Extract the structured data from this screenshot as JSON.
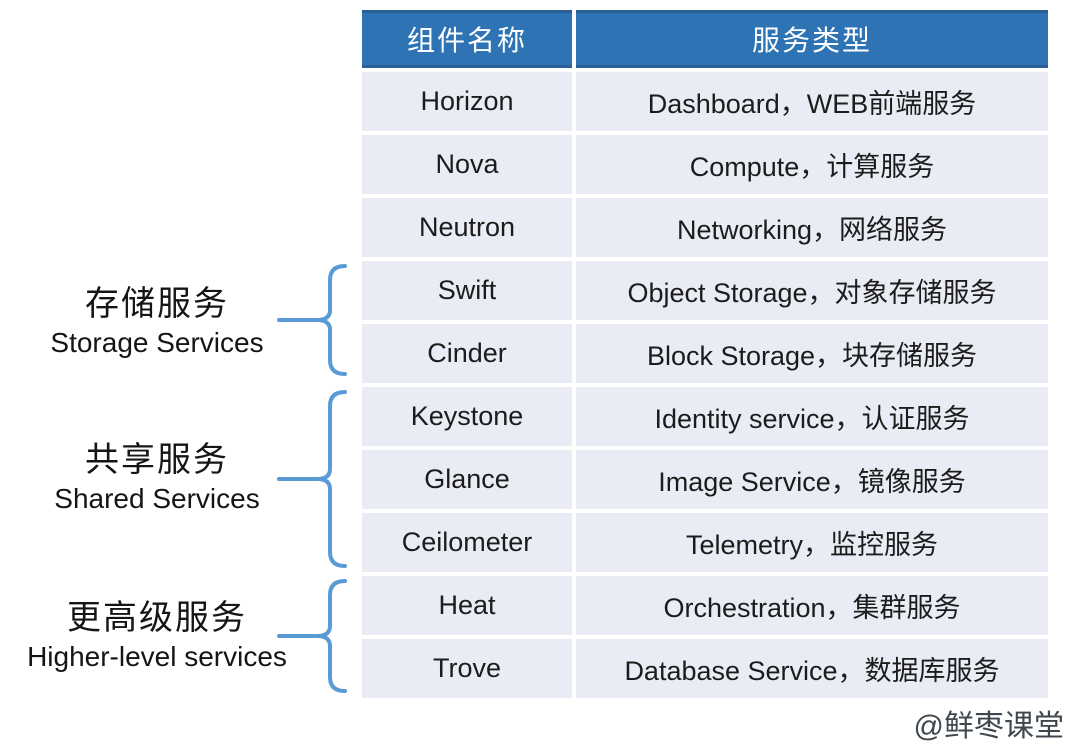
{
  "table": {
    "headers": {
      "component": "组件名称",
      "service": "服务类型"
    },
    "rows": [
      {
        "name": "Horizon",
        "type": "Dashboard，WEB前端服务"
      },
      {
        "name": "Nova",
        "type": "Compute，计算服务"
      },
      {
        "name": "Neutron",
        "type": "Networking，网络服务"
      },
      {
        "name": "Swift",
        "type": "Object Storage，对象存储服务"
      },
      {
        "name": "Cinder",
        "type": "Block Storage，块存储服务"
      },
      {
        "name": "Keystone",
        "type": "Identity service，认证服务"
      },
      {
        "name": "Glance",
        "type": "Image Service，镜像服务"
      },
      {
        "name": "Ceilometer",
        "type": "Telemetry，监控服务"
      },
      {
        "name": "Heat",
        "type": "Orchestration，集群服务"
      },
      {
        "name": "Trove",
        "type": "Database Service，数据库服务"
      }
    ]
  },
  "groups": [
    {
      "zh": "存储服务",
      "en": "Storage Services",
      "covers": [
        "Swift",
        "Cinder"
      ]
    },
    {
      "zh": "共享服务",
      "en": "Shared Services",
      "covers": [
        "Keystone",
        "Glance",
        "Ceilometer"
      ]
    },
    {
      "zh": "更高级服务",
      "en": "Higher-level services",
      "covers": [
        "Heat",
        "Trove"
      ]
    }
  ],
  "watermark": "@鲜枣课堂",
  "colors": {
    "header_bg": "#2E74B5",
    "header_edge": "#2A5F98",
    "row_bg": "#E9ECF4",
    "brace": "#5B9BD5",
    "text": "#1C1C1C",
    "watermark": "#3F464D"
  }
}
